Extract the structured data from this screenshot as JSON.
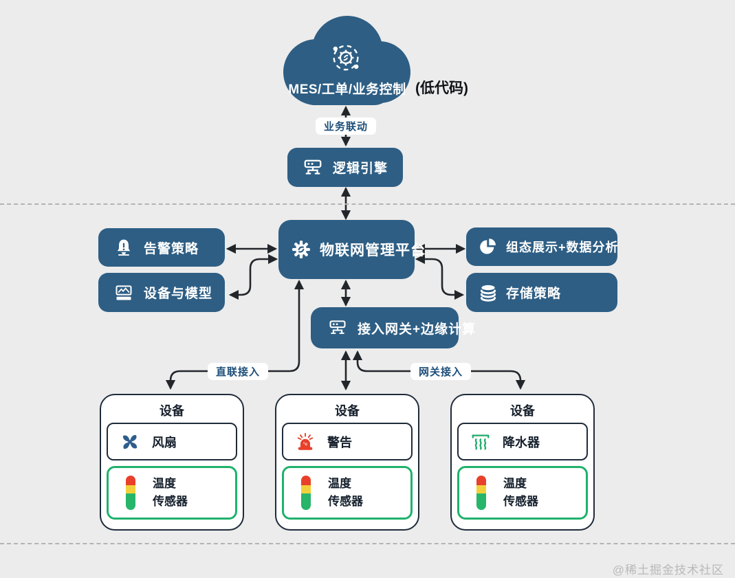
{
  "watermark": "@稀土掘金技术社区",
  "colors": {
    "canvas_bg": "#ececec",
    "node_blue": "#2e5e84",
    "arrow": "#22262b",
    "device_border": "#1f2b3a",
    "sensor_green": "#1fb26c",
    "pill_text": "#1d4e79",
    "sensor_red": "#e8402a",
    "sensor_yellow": "#f2d03b",
    "alarm_red": "#e8402a",
    "fan_blue": "#2f5d8c",
    "sprinkler_green": "#1fa968"
  },
  "cloud": {
    "label": "MES/工单/业务控制",
    "note": "(低代码)",
    "icon": "gears-automation-icon"
  },
  "connector_labels": {
    "business_link": "业务联动",
    "direct_access": "直联接入",
    "gateway_access": "网关接入"
  },
  "nodes": {
    "logic_engine": {
      "label": "逻辑引擎",
      "icon": "hub-icon"
    },
    "platform": {
      "label": "物联网管理平台",
      "icon": "iot-gear-icon"
    },
    "alert_policy": {
      "label": "告警策略",
      "icon": "alert-bell-icon"
    },
    "device_model": {
      "label": "设备与模型",
      "icon": "model-card-icon"
    },
    "scada": {
      "label": "组态展示+数据分析",
      "icon": "pie-chart-icon"
    },
    "storage": {
      "label": "存储策略",
      "icon": "database-icon"
    },
    "gateway": {
      "label": "接入网关+边缘计算",
      "icon": "hub-icon"
    }
  },
  "devices": [
    {
      "title": "设备",
      "component": {
        "label": "风扇",
        "icon": "fan-icon"
      },
      "sensor": {
        "label": "温度\n传感器",
        "icon": "temperature-sensor-icon"
      }
    },
    {
      "title": "设备",
      "component": {
        "label": "警告",
        "icon": "alarm-light-icon",
        "icon_badge": "°c"
      },
      "sensor": {
        "label": "温度\n传感器",
        "icon": "temperature-sensor-icon"
      }
    },
    {
      "title": "设备",
      "component": {
        "label": "降水器",
        "icon": "sprinkler-icon"
      },
      "sensor": {
        "label": "温度\n传感器",
        "icon": "temperature-sensor-icon"
      }
    }
  ]
}
